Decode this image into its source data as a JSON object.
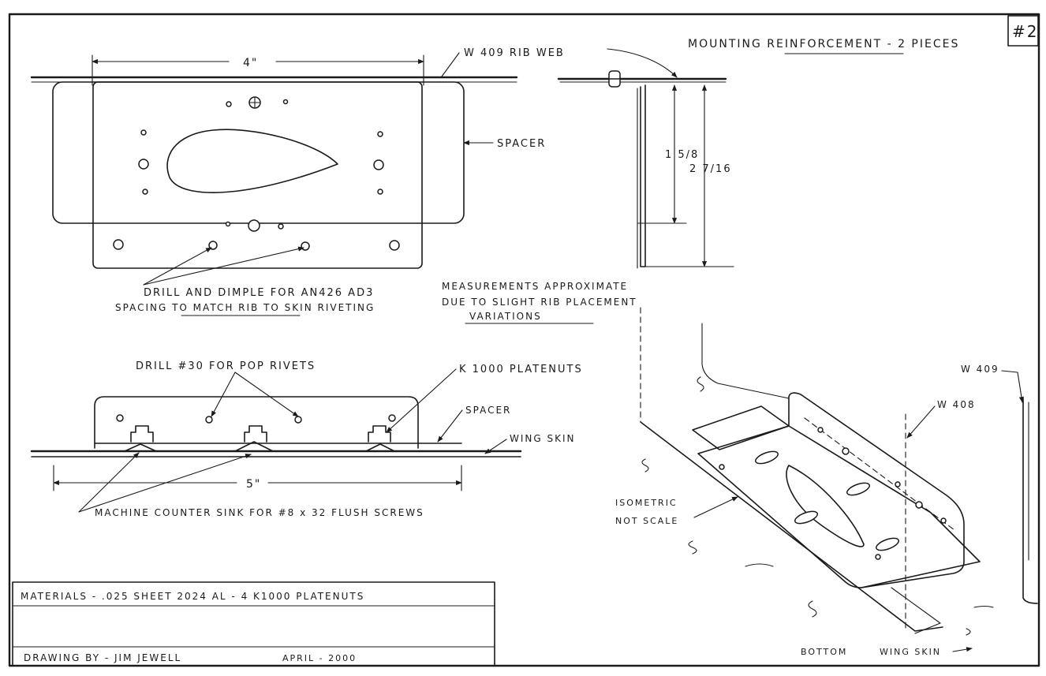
{
  "sheet_number": "#2",
  "title": "MOUNTING REINFORCEMENT - 2 PIECES",
  "top_view": {
    "width_dim": "4\"",
    "rib_web_label": "W 409   RIB WEB",
    "spacer_label": "SPACER",
    "drill_note_line1": "DRILL AND DIMPLE FOR AN426 AD3",
    "drill_note_line2": "SPACING TO MATCH RIB TO SKIN RIVETING"
  },
  "side_view": {
    "dim_inner": "1 5/8",
    "dim_outer": "2 7/16",
    "measure_note_line1": "MEASUREMENTS APPROXIMATE",
    "measure_note_line2": "DUE TO SLIGHT RIB PLACEMENT",
    "measure_note_line3": "VARIATIONS"
  },
  "section_view": {
    "drill_label": "DRILL #30 FOR POP RIVETS",
    "platenut_label": "K 1000 PLATENUTS",
    "spacer_label": "SPACER",
    "wing_skin_label": "WING SKIN",
    "width_dim": "5\"",
    "countersink_note": "MACHINE COUNTER SINK FOR #8 x 32 FLUSH SCREWS"
  },
  "isometric": {
    "w409_label": "W 409",
    "w408_label": "W 408",
    "note_line1": "ISOMETRIC",
    "note_line2": "NOT SCALE",
    "bottom_label": "BOTTOM",
    "wing_skin_label": "WING SKIN"
  },
  "title_block": {
    "materials": "MATERIALS - .025 SHEET 2024 AL - 4 K1000 PLATENUTS",
    "drawn_by": "DRAWING BY - JIM JEWELL",
    "date": "APRIL - 2000"
  }
}
